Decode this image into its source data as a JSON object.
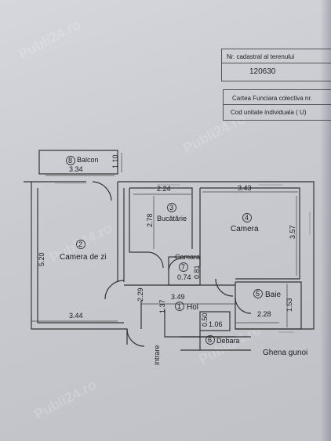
{
  "cadastral": {
    "nr_label": "Nr. cadastral al terenului",
    "nr_value": "120630",
    "carte_label": "Cartea Funciara colectiva nr.",
    "cod_label": "Cod unitate individuala ( U)"
  },
  "rooms": {
    "balcon": {
      "num": "8",
      "name": "Balcon",
      "width": "3.34",
      "depth": "1.10"
    },
    "camera_zi": {
      "num": "2",
      "name": "Camera de zi",
      "width": "3.44",
      "height": "5.20"
    },
    "bucatarie": {
      "num": "3",
      "name": "Bucătărie",
      "width": "2.24",
      "height": "2.78"
    },
    "camera": {
      "num": "4",
      "name": "Camera",
      "width": "3.43",
      "height": "3.57"
    },
    "camara": {
      "num": "7",
      "name": "Camara",
      "width": "0.74",
      "height": "0.81"
    },
    "hol": {
      "num": "1",
      "name": "Hol",
      "width": "3.49",
      "height": "1.37",
      "extra": "2.29"
    },
    "baie": {
      "num": "5",
      "name": "Baie",
      "width": "2.28",
      "height": "1.53"
    },
    "debara": {
      "num": "6",
      "name": "Debara",
      "width": "1.06",
      "height": "0.50"
    }
  },
  "labels": {
    "intrare": "intrare",
    "ghena": "Ghena gunoi"
  },
  "watermark": "Publi24.ro"
}
